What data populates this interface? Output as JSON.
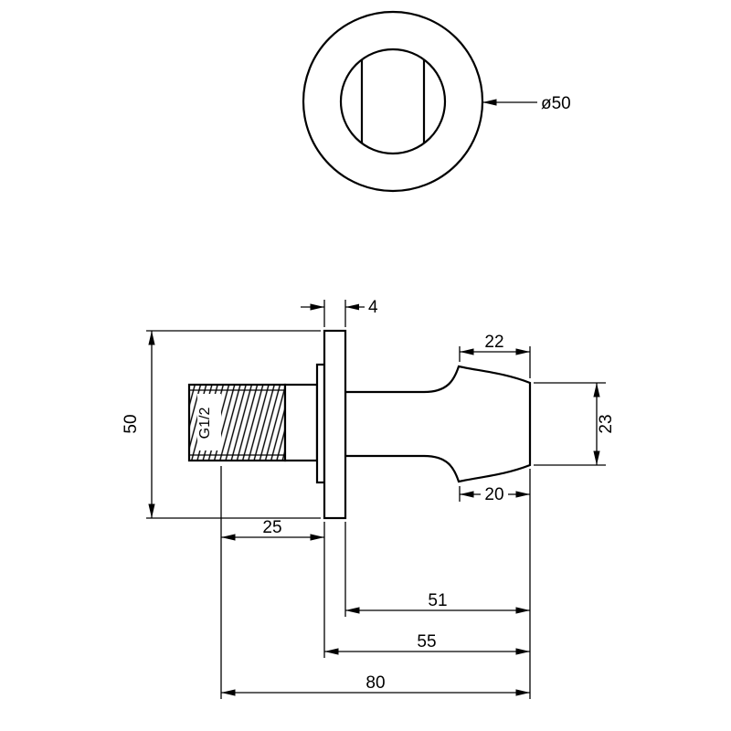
{
  "colors": {
    "background": "#ffffff",
    "line": "#000000"
  },
  "top_view": {
    "description": "front view of round wall escutcheon",
    "diameter_label": "ø50"
  },
  "side_view": {
    "description": "side section of wall shower holder with threaded connector",
    "thread_label": "G1/2",
    "dims": {
      "flange_thickness": "4",
      "height": "50",
      "top_width": "22",
      "holder_height": "23",
      "bottom_width": "20",
      "thread_length": "25",
      "length_51": "51",
      "length_55": "55",
      "total_length": "80"
    }
  }
}
